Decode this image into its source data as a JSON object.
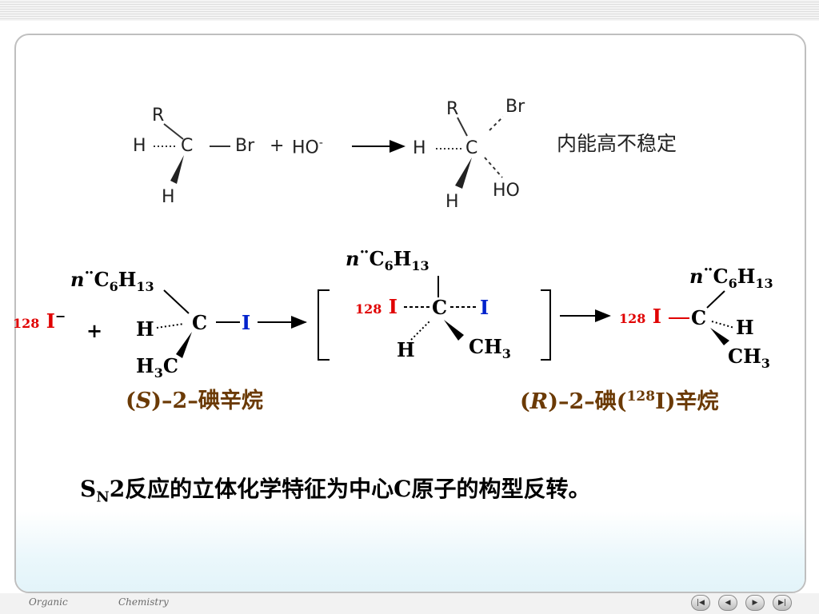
{
  "reaction1": {
    "reactant": {
      "r": "R",
      "h_left": "H",
      "c": "C",
      "br": "Br",
      "h_bottom": "H"
    },
    "plus": "+",
    "reagent": "HO",
    "reagent_charge": "-",
    "transition": {
      "r": "R",
      "br": "Br",
      "h_left": "H",
      "c": "C",
      "h_bottom": "H",
      "ho": "HO"
    },
    "note": "内能高不稳定"
  },
  "reaction2": {
    "substrate": {
      "n": "n",
      "c6": "C",
      "c6_sub": "6",
      "h13": "H",
      "h13_sub": "13",
      "h": "H",
      "c": "C",
      "i": "I",
      "h3": "H",
      "h3_sub": "3",
      "h3c": "C"
    },
    "iodide_mass": "128",
    "iodide": "I",
    "iodide_charge": "−",
    "plus": "+",
    "ts": {
      "n": "n",
      "c6": "C",
      "c6_sub": "6",
      "h13": "H",
      "h13_sub": "13",
      "mass": "128",
      "i_left": "I",
      "c": "C",
      "i_right": "I",
      "h": "H",
      "ch3": "CH",
      "ch3_sub": "3"
    },
    "product": {
      "n": "n",
      "c6": "C",
      "c6_sub": "6",
      "h13": "H",
      "h13_sub": "13",
      "mass": "128",
      "i": "I",
      "c": "C",
      "h": "H",
      "ch3": "CH",
      "ch3_sub": "3"
    },
    "name_s_open": "(",
    "name_s_letter": "S",
    "name_s_rest": ")–2–碘辛烷",
    "name_r_open": "(",
    "name_r_letter": "R",
    "name_r_mid": ")–2–碘(",
    "name_r_mass": "128",
    "name_r_i": "I",
    "name_r_end": ")辛烷"
  },
  "conclusion": {
    "s": "S",
    "s_sub": "N",
    "rest": "2反应的立体化学特征为中心C原子的构型反转。"
  },
  "footer": {
    "left": "Organic",
    "right": "Chemistry",
    "nav": [
      "|◀",
      "◀",
      "▶",
      "▶|"
    ]
  },
  "colors": {
    "red": "#e00000",
    "blue": "#0022cc",
    "brown": "#6b3a05"
  }
}
